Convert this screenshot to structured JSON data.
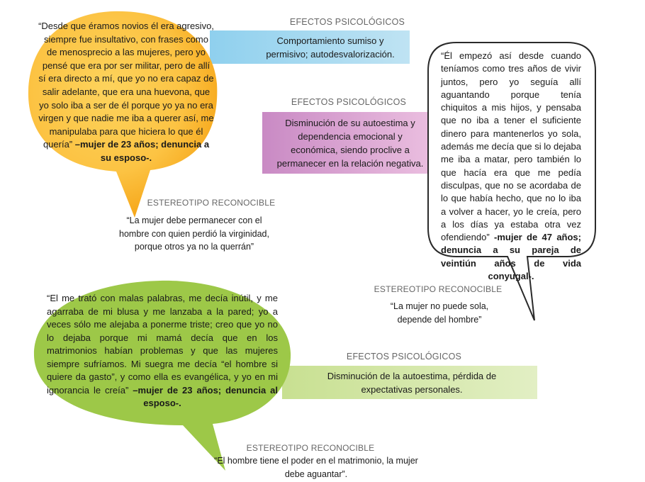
{
  "colors": {
    "orange_bubble": "#fbb931",
    "orange_bubble_edge": "#fdd15e",
    "green_bubble": "#9fc84a",
    "blue_box": "#a9d8ee",
    "purple_box": "#d9a3d0",
    "light_green_box": "#d4e7a8",
    "heading_gray": "#666666"
  },
  "case1": {
    "quote": "“Desde que éramos novios él era agresivo, siempre fue insultativo, con frases como de menosprecio a las mujeres, pero yo pensé que era por ser militar, pero de allí sí era directo a mí, que yo no era capaz de salir adelante, que era una huevona, que yo solo iba a ser de él porque yo ya no era virgen y que nadie me iba a querer así, me manipulaba para que hiciera lo que él quería”",
    "attribution": "–mujer de 23 años; denuncia a su esposo-.",
    "effects_heading": "EFECTOS PSICOLÓGICOS",
    "effects_text": "Comportamiento sumiso y permisivo; autodesvalorización.",
    "stereotype_heading": "ESTEREOTIPO RECONOCIBLE",
    "stereotype_text": "“La mujer debe permanecer con el hombre con quien perdió la virginidad, porque otros ya no la querrán”"
  },
  "case2": {
    "quote": "“Él empezó así desde cuando teníamos como tres años de vivir juntos, pero yo seguía allí aguantando porque tenía chiquitos a mis hijos, y pensaba que no iba a tener el suficiente dinero para mantenerlos yo sola, además me decía que si lo dejaba me iba a matar, pero también lo que hacía era que me pedía disculpas, que no se acordaba de lo que había hecho, que no lo iba a volver a hacer, yo le creía, pero a los días ya estaba otra vez ofendiendo”",
    "attribution": "-mujer de 47 años; denuncia a su pareja de veintiún años de vida conyugal-.",
    "effects_heading": "EFECTOS PSICOLÓGICOS",
    "effects_text": "Disminución de su autoestima y dependencia emocional y económica, siendo proclive a permanecer en la relación negativa.",
    "stereotype_heading": "ESTEREOTIPO RECONOCIBLE",
    "stereotype_text": "“La mujer no puede sola, depende del hombre”"
  },
  "case3": {
    "quote": "“El me trató con malas palabras, me decía inútil, y me agarraba de mi blusa y me lanzaba a la pared; yo a veces sólo me alejaba a ponerme triste; creo que yo no lo dejaba porque mi mamá decía que en los matrimonios habían problemas y que las mujeres siempre sufríamos. Mi suegra me decía “el hombre si quiere da gasto”, y como ella es evangélica, y yo en mi ignorancia le creía”",
    "attribution": "–mujer de 23 años; denuncia al esposo-.",
    "effects_heading": "EFECTOS PSICOLÓGICOS",
    "effects_text": "Disminución de la autoestima, pérdida de expectativas personales.",
    "stereotype_heading": "ESTEREOTIPO RECONOCIBLE",
    "stereotype_text": "“El hombre tiene el poder en el matrimonio, la mujer debe aguantar”."
  }
}
